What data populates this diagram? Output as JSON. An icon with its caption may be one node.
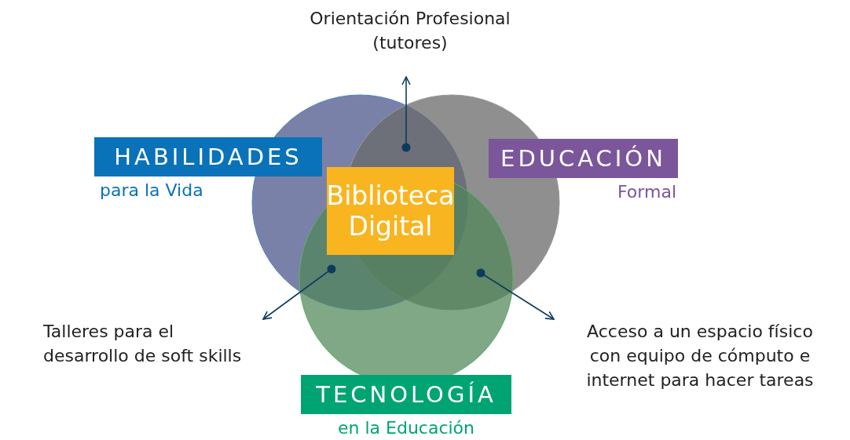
{
  "diagram": {
    "nodes": [
      {
        "text": [
          "Orientación Profesional (tutores)"
        ]
      },
      {
        "text": [],
        "shape": "circle"
      },
      {
        "text": [],
        "shape": "circle"
      },
      {
        "text": [
          "HABILIDADES",
          "para la Vida"
        ]
      },
      {
        "text": [
          "EDUCACIÓN",
          "Formal"
        ]
      },
      {
        "text": [
          "Biblioteca Digital"
        ]
      },
      {
        "text": [],
        "shape": "circle"
      },
      {
        "text": [
          "Talleres para el desarrollo de soft skills"
        ]
      },
      {
        "text": [
          "Acceso a un espacio físico con equipo de cómputo e internet para hacer tareas"
        ]
      },
      {
        "text": [
          "TECNOLOGÍA",
          "en la Educación"
        ]
      }
    ],
    "edges": [
      {
        "from": 1,
        "to": 0,
        "arrow": "to"
      },
      {
        "from": 6,
        "to": 7,
        "arrow": "to"
      },
      {
        "from": 6,
        "to": 8,
        "arrow": "to"
      }
    ]
  }
}
